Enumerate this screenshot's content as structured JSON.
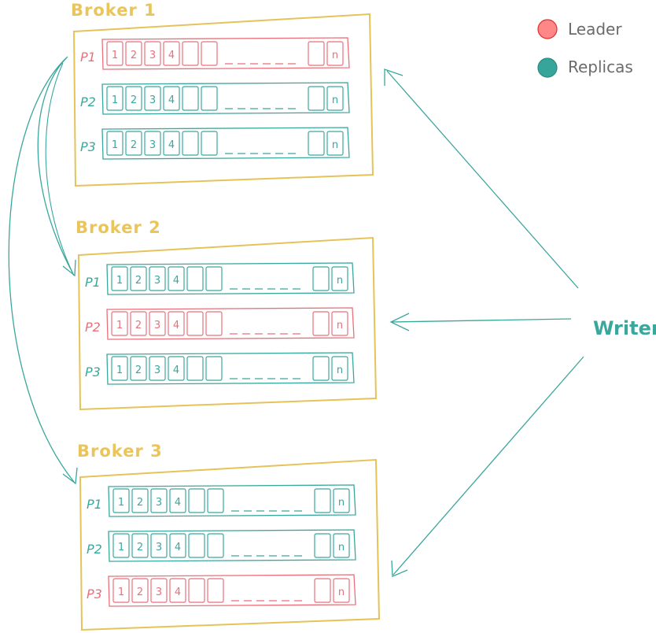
{
  "colors": {
    "leader": "#e8707a",
    "replica": "#3aa79d",
    "broker_frame": "#e6c25a",
    "writer": "#3aa79d"
  },
  "legend": [
    {
      "label": "Leader",
      "role": "leader"
    },
    {
      "label": "Replicas",
      "role": "replica"
    }
  ],
  "writer_label": "Writer",
  "log_cells": [
    "1",
    "2",
    "3",
    "4",
    "",
    ""
  ],
  "log_tail": [
    "",
    "n"
  ],
  "brokers": [
    {
      "title": "Broker 1",
      "partitions": [
        {
          "label": "P1",
          "role": "leader"
        },
        {
          "label": "P2",
          "role": "replica"
        },
        {
          "label": "P3",
          "role": "replica"
        }
      ]
    },
    {
      "title": "Broker 2",
      "partitions": [
        {
          "label": "P1",
          "role": "replica"
        },
        {
          "label": "P2",
          "role": "leader"
        },
        {
          "label": "P3",
          "role": "replica"
        }
      ]
    },
    {
      "title": "Broker 3",
      "partitions": [
        {
          "label": "P1",
          "role": "replica"
        },
        {
          "label": "P2",
          "role": "replica"
        },
        {
          "label": "P3",
          "role": "leader"
        }
      ]
    }
  ]
}
